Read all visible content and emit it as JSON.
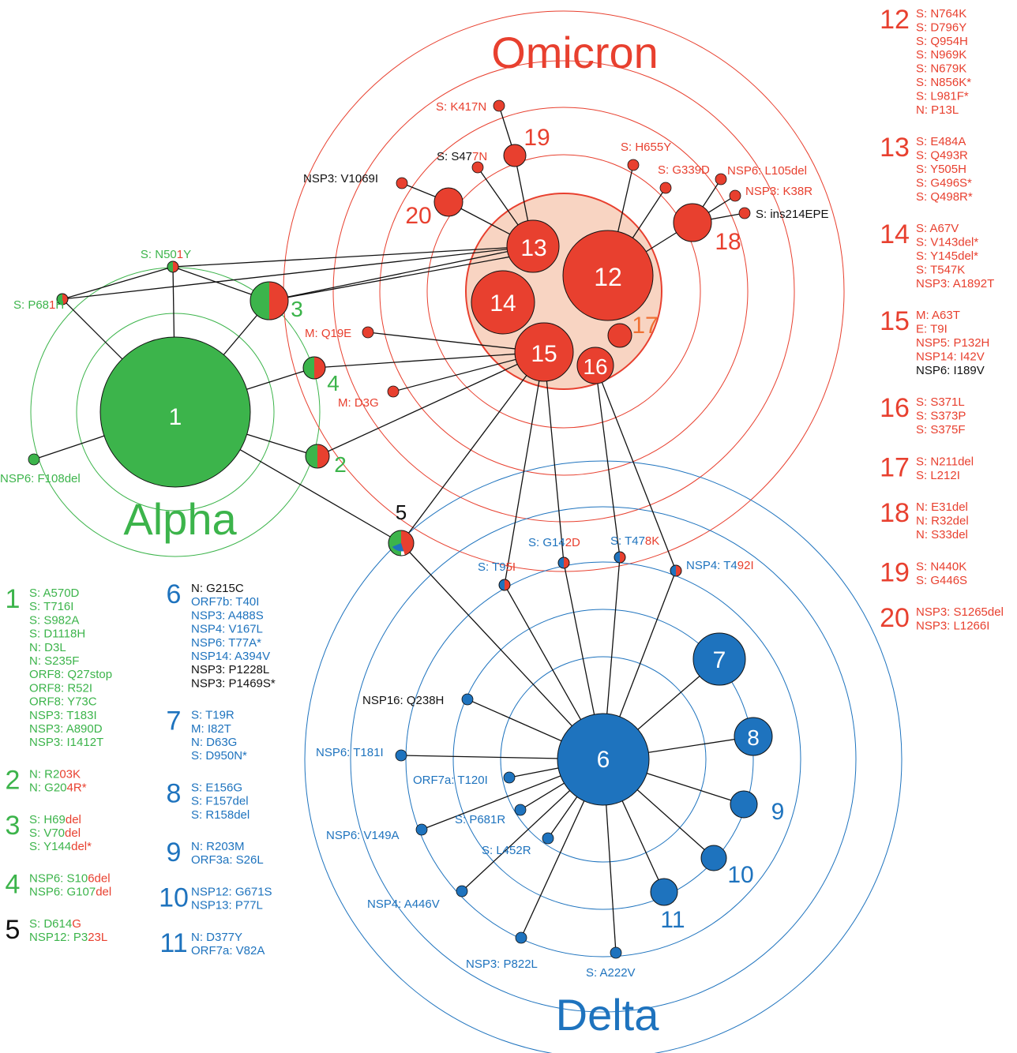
{
  "colors": {
    "alpha": "#3cb44b",
    "omicron": "#e8402f",
    "delta": "#1e73be",
    "black": "#111111",
    "omicron_fill": "#f8d4c2"
  },
  "titles": {
    "omicron": "Omicron",
    "alpha": "Alpha",
    "delta": "Delta"
  },
  "nodes": [
    {
      "id": "1",
      "label": "1",
      "lineage": "alpha"
    },
    {
      "id": "2",
      "label": "2",
      "lineage": "alpha-omicron"
    },
    {
      "id": "3",
      "label": "3",
      "lineage": "alpha-omicron"
    },
    {
      "id": "4",
      "label": "4",
      "lineage": "alpha-omicron"
    },
    {
      "id": "5",
      "label": "5",
      "lineage": "all"
    },
    {
      "id": "6",
      "label": "6",
      "lineage": "delta"
    },
    {
      "id": "7",
      "label": "7",
      "lineage": "delta"
    },
    {
      "id": "8",
      "label": "8",
      "lineage": "delta"
    },
    {
      "id": "9",
      "label": "9",
      "lineage": "delta"
    },
    {
      "id": "10",
      "label": "10",
      "lineage": "delta"
    },
    {
      "id": "11",
      "label": "11",
      "lineage": "delta"
    },
    {
      "id": "12",
      "label": "12",
      "lineage": "omicron"
    },
    {
      "id": "13",
      "label": "13",
      "lineage": "omicron"
    },
    {
      "id": "14",
      "label": "14",
      "lineage": "omicron"
    },
    {
      "id": "15",
      "label": "15",
      "lineage": "omicron"
    },
    {
      "id": "16",
      "label": "16",
      "lineage": "omicron"
    },
    {
      "id": "17",
      "label": "17",
      "lineage": "omicron"
    },
    {
      "id": "18",
      "label": "18",
      "lineage": "omicron"
    },
    {
      "id": "19",
      "label": "19",
      "lineage": "omicron"
    },
    {
      "id": "20",
      "label": "20",
      "lineage": "omicron"
    }
  ],
  "mutation_labels": {
    "s_n501y": [
      {
        "t": "S: N50",
        "c": "alpha"
      },
      {
        "t": "1",
        "c": "omicron"
      },
      {
        "t": "Y",
        "c": "alpha"
      }
    ],
    "s_p681h": [
      {
        "t": "S: P68",
        "c": "alpha"
      },
      {
        "t": "1",
        "c": "omicron"
      },
      {
        "t": "H",
        "c": "alpha"
      }
    ],
    "nsp6_f108del": [
      {
        "t": "NSP6: F108del",
        "c": "alpha"
      }
    ],
    "s_k417n": [
      {
        "t": "S: K417N",
        "c": "omicron"
      }
    ],
    "s_s477n": [
      {
        "t": "S: S47",
        "c": "black"
      },
      {
        "t": "7N",
        "c": "omicron"
      }
    ],
    "nsp3_v1069i": [
      {
        "t": "NSP3: V1069I",
        "c": "black"
      }
    ],
    "s_h655y": [
      {
        "t": "S: H655Y",
        "c": "omicron"
      }
    ],
    "s_g339d": [
      {
        "t": "S: G339D",
        "c": "omicron"
      }
    ],
    "nsp6_l105del": [
      {
        "t": "NSP6: L105del",
        "c": "omicron"
      }
    ],
    "nsp3_k38r": [
      {
        "t": "NSP3: K38R",
        "c": "omicron"
      }
    ],
    "s_ins214epe": [
      {
        "t": "S: ins214EPE",
        "c": "black"
      }
    ],
    "m_q19e": [
      {
        "t": "M: Q19E",
        "c": "omicron"
      }
    ],
    "m_d3g": [
      {
        "t": "M: D3G",
        "c": "omicron"
      }
    ],
    "s_g142d": [
      {
        "t": "S: G14",
        "c": "delta"
      },
      {
        "t": "2D",
        "c": "omicron"
      }
    ],
    "s_t478k": [
      {
        "t": "S: T47",
        "c": "delta"
      },
      {
        "t": "8K",
        "c": "omicron"
      }
    ],
    "s_t95i": [
      {
        "t": "S: T9",
        "c": "delta"
      },
      {
        "t": "5I",
        "c": "omicron"
      }
    ],
    "nsp4_t492i": [
      {
        "t": "NSP4: T4",
        "c": "delta"
      },
      {
        "t": "92I",
        "c": "omicron"
      }
    ],
    "nsp16_q238h": [
      {
        "t": "NSP16: Q238H",
        "c": "black"
      }
    ],
    "nsp6_t181i": [
      {
        "t": "NSP6: T181I",
        "c": "delta"
      }
    ],
    "orf7a_t120i": [
      {
        "t": "ORF7a: T120I",
        "c": "delta"
      }
    ],
    "s_p681r": [
      {
        "t": "S: P681R",
        "c": "delta"
      }
    ],
    "nsp6_v149a": [
      {
        "t": "NSP6: V149A",
        "c": "delta"
      }
    ],
    "s_l452r": [
      {
        "t": "S: L452R",
        "c": "delta"
      }
    ],
    "nsp4_a446v": [
      {
        "t": "NSP4: A446V",
        "c": "delta"
      }
    ],
    "nsp3_p822l": [
      {
        "t": "NSP3: P822L",
        "c": "delta"
      }
    ],
    "s_a222v": [
      {
        "t": "S: A222V",
        "c": "delta"
      }
    ]
  },
  "legend_left": [
    {
      "num": "1",
      "num_color": "alpha",
      "items": [
        [
          {
            "t": "S: A570D",
            "c": "alpha"
          }
        ],
        [
          {
            "t": "S: T716I",
            "c": "alpha"
          }
        ],
        [
          {
            "t": "S: S982A",
            "c": "alpha"
          }
        ],
        [
          {
            "t": "S: D1118H",
            "c": "alpha"
          }
        ],
        [
          {
            "t": "N: D3L",
            "c": "alpha"
          }
        ],
        [
          {
            "t": "N: S235F",
            "c": "alpha"
          }
        ],
        [
          {
            "t": "ORF8: Q27stop",
            "c": "alpha"
          }
        ],
        [
          {
            "t": "ORF8: R52I",
            "c": "alpha"
          }
        ],
        [
          {
            "t": "ORF8: Y73C",
            "c": "alpha"
          }
        ],
        [
          {
            "t": "NSP3: T183I",
            "c": "alpha"
          }
        ],
        [
          {
            "t": "NSP3: A890D",
            "c": "alpha"
          }
        ],
        [
          {
            "t": "NSP3: I1412T",
            "c": "alpha"
          }
        ]
      ]
    },
    {
      "num": "2",
      "num_color": "alpha",
      "items": [
        [
          {
            "t": "N: R2",
            "c": "alpha"
          },
          {
            "t": "03K",
            "c": "omicron"
          }
        ],
        [
          {
            "t": "N: G20",
            "c": "alpha"
          },
          {
            "t": "4R*",
            "c": "omicron"
          }
        ]
      ]
    },
    {
      "num": "3",
      "num_color": "alpha",
      "items": [
        [
          {
            "t": "S: H69",
            "c": "alpha"
          },
          {
            "t": "del",
            "c": "omicron"
          }
        ],
        [
          {
            "t": "S: V70",
            "c": "alpha"
          },
          {
            "t": "del",
            "c": "omicron"
          }
        ],
        [
          {
            "t": "S: Y144",
            "c": "alpha"
          },
          {
            "t": "del*",
            "c": "omicron"
          }
        ]
      ]
    },
    {
      "num": "4",
      "num_color": "alpha",
      "items": [
        [
          {
            "t": "NSP6: S10",
            "c": "alpha"
          },
          {
            "t": "6del",
            "c": "omicron"
          }
        ],
        [
          {
            "t": "NSP6: G107",
            "c": "alpha"
          },
          {
            "t": "del",
            "c": "omicron"
          }
        ]
      ]
    },
    {
      "num": "5",
      "num_color": "black",
      "items": [
        [
          {
            "t": "S: D614",
            "c": "alpha"
          },
          {
            "t": "G",
            "c": "omicron"
          }
        ],
        [
          {
            "t": "NSP12: P3",
            "c": "alpha"
          },
          {
            "t": "23L",
            "c": "omicron"
          }
        ]
      ]
    }
  ],
  "legend_middle": [
    {
      "num": "6",
      "num_color": "delta",
      "items": [
        [
          {
            "t": "N: G215C",
            "c": "black"
          }
        ],
        [
          {
            "t": "ORF7b: T40I",
            "c": "delta"
          }
        ],
        [
          {
            "t": "NSP3: A488S",
            "c": "delta"
          }
        ],
        [
          {
            "t": "NSP4: V167L",
            "c": "delta"
          }
        ],
        [
          {
            "t": "NSP6: T77A*",
            "c": "delta"
          }
        ],
        [
          {
            "t": "NSP14: A394V",
            "c": "delta"
          }
        ],
        [
          {
            "t": "NSP3: P1228L",
            "c": "black"
          }
        ],
        [
          {
            "t": "NSP3: P1469S*",
            "c": "black"
          }
        ]
      ]
    },
    {
      "num": "7",
      "num_color": "delta",
      "items": [
        [
          {
            "t": "S: T19R",
            "c": "delta"
          }
        ],
        [
          {
            "t": "M: I82T",
            "c": "delta"
          }
        ],
        [
          {
            "t": "N: D63G",
            "c": "delta"
          }
        ],
        [
          {
            "t": "S: D950N*",
            "c": "delta"
          }
        ]
      ]
    },
    {
      "num": "8",
      "num_color": "delta",
      "items": [
        [
          {
            "t": "S: E156G",
            "c": "delta"
          }
        ],
        [
          {
            "t": "S: F157del",
            "c": "delta"
          }
        ],
        [
          {
            "t": "S: R158del",
            "c": "delta"
          }
        ]
      ]
    },
    {
      "num": "9",
      "num_color": "delta",
      "items": [
        [
          {
            "t": "N: R203M",
            "c": "delta"
          }
        ],
        [
          {
            "t": "ORF3a: S26L",
            "c": "delta"
          }
        ]
      ]
    },
    {
      "num": "10",
      "num_color": "delta",
      "items": [
        [
          {
            "t": "NSP12: G671S",
            "c": "delta"
          }
        ],
        [
          {
            "t": "NSP13: P77L",
            "c": "delta"
          }
        ]
      ]
    },
    {
      "num": "11",
      "num_color": "delta",
      "items": [
        [
          {
            "t": "N: D377Y",
            "c": "delta"
          }
        ],
        [
          {
            "t": "ORF7a: V82A",
            "c": "delta"
          }
        ]
      ]
    }
  ],
  "legend_right": [
    {
      "num": "12",
      "num_color": "omicron",
      "items": [
        [
          {
            "t": "S: N764K",
            "c": "omicron"
          }
        ],
        [
          {
            "t": "S: D796Y",
            "c": "omicron"
          }
        ],
        [
          {
            "t": "S: Q954H",
            "c": "omicron"
          }
        ],
        [
          {
            "t": "S: N969K",
            "c": "omicron"
          }
        ],
        [
          {
            "t": "S: N679K",
            "c": "omicron"
          }
        ],
        [
          {
            "t": "S: N856K*",
            "c": "omicron"
          }
        ],
        [
          {
            "t": "S: L981F*",
            "c": "omicron"
          }
        ],
        [
          {
            "t": "N: P13L",
            "c": "omicron"
          }
        ]
      ]
    },
    {
      "num": "13",
      "num_color": "omicron",
      "items": [
        [
          {
            "t": "S: E484A",
            "c": "omicron"
          }
        ],
        [
          {
            "t": "S: Q493R",
            "c": "omicron"
          }
        ],
        [
          {
            "t": "S: Y505H",
            "c": "omicron"
          }
        ],
        [
          {
            "t": "S: G496S*",
            "c": "omicron"
          }
        ],
        [
          {
            "t": "S: Q498R*",
            "c": "omicron"
          }
        ]
      ]
    },
    {
      "num": "14",
      "num_color": "omicron",
      "items": [
        [
          {
            "t": "S: A67V",
            "c": "omicron"
          }
        ],
        [
          {
            "t": "S: V143del*",
            "c": "omicron"
          }
        ],
        [
          {
            "t": "S: Y145del*",
            "c": "omicron"
          }
        ],
        [
          {
            "t": "S: T547K",
            "c": "omicron"
          }
        ],
        [
          {
            "t": "NSP3: A1892T",
            "c": "omicron"
          }
        ]
      ]
    },
    {
      "num": "15",
      "num_color": "omicron",
      "items": [
        [
          {
            "t": "M: A63T",
            "c": "omicron"
          }
        ],
        [
          {
            "t": "E: T9I",
            "c": "omicron"
          }
        ],
        [
          {
            "t": "NSP5: P132H",
            "c": "omicron"
          }
        ],
        [
          {
            "t": "NSP14: I42V",
            "c": "omicron"
          }
        ],
        [
          {
            "t": "NSP6: I189V",
            "c": "black"
          }
        ]
      ]
    },
    {
      "num": "16",
      "num_color": "omicron",
      "items": [
        [
          {
            "t": "S: S371L",
            "c": "omicron"
          }
        ],
        [
          {
            "t": "S: S373P",
            "c": "omicron"
          }
        ],
        [
          {
            "t": "S: S375F",
            "c": "omicron"
          }
        ]
      ]
    },
    {
      "num": "17",
      "num_color": "omicron",
      "items": [
        [
          {
            "t": "S: N211del",
            "c": "omicron"
          }
        ],
        [
          {
            "t": "S: L212I",
            "c": "omicron"
          }
        ]
      ]
    },
    {
      "num": "18",
      "num_color": "omicron",
      "items": [
        [
          {
            "t": "N: E31del",
            "c": "omicron"
          }
        ],
        [
          {
            "t": "N: R32del",
            "c": "omicron"
          }
        ],
        [
          {
            "t": "N: S33del",
            "c": "omicron"
          }
        ]
      ]
    },
    {
      "num": "19",
      "num_color": "omicron",
      "items": [
        [
          {
            "t": "S: N440K",
            "c": "omicron"
          }
        ],
        [
          {
            "t": "S: G446S",
            "c": "omicron"
          }
        ]
      ]
    },
    {
      "num": "20",
      "num_color": "omicron",
      "items": [
        [
          {
            "t": "NSP3: S1265del",
            "c": "omicron"
          }
        ],
        [
          {
            "t": "NSP3: L1266I",
            "c": "omicron"
          }
        ]
      ]
    }
  ]
}
